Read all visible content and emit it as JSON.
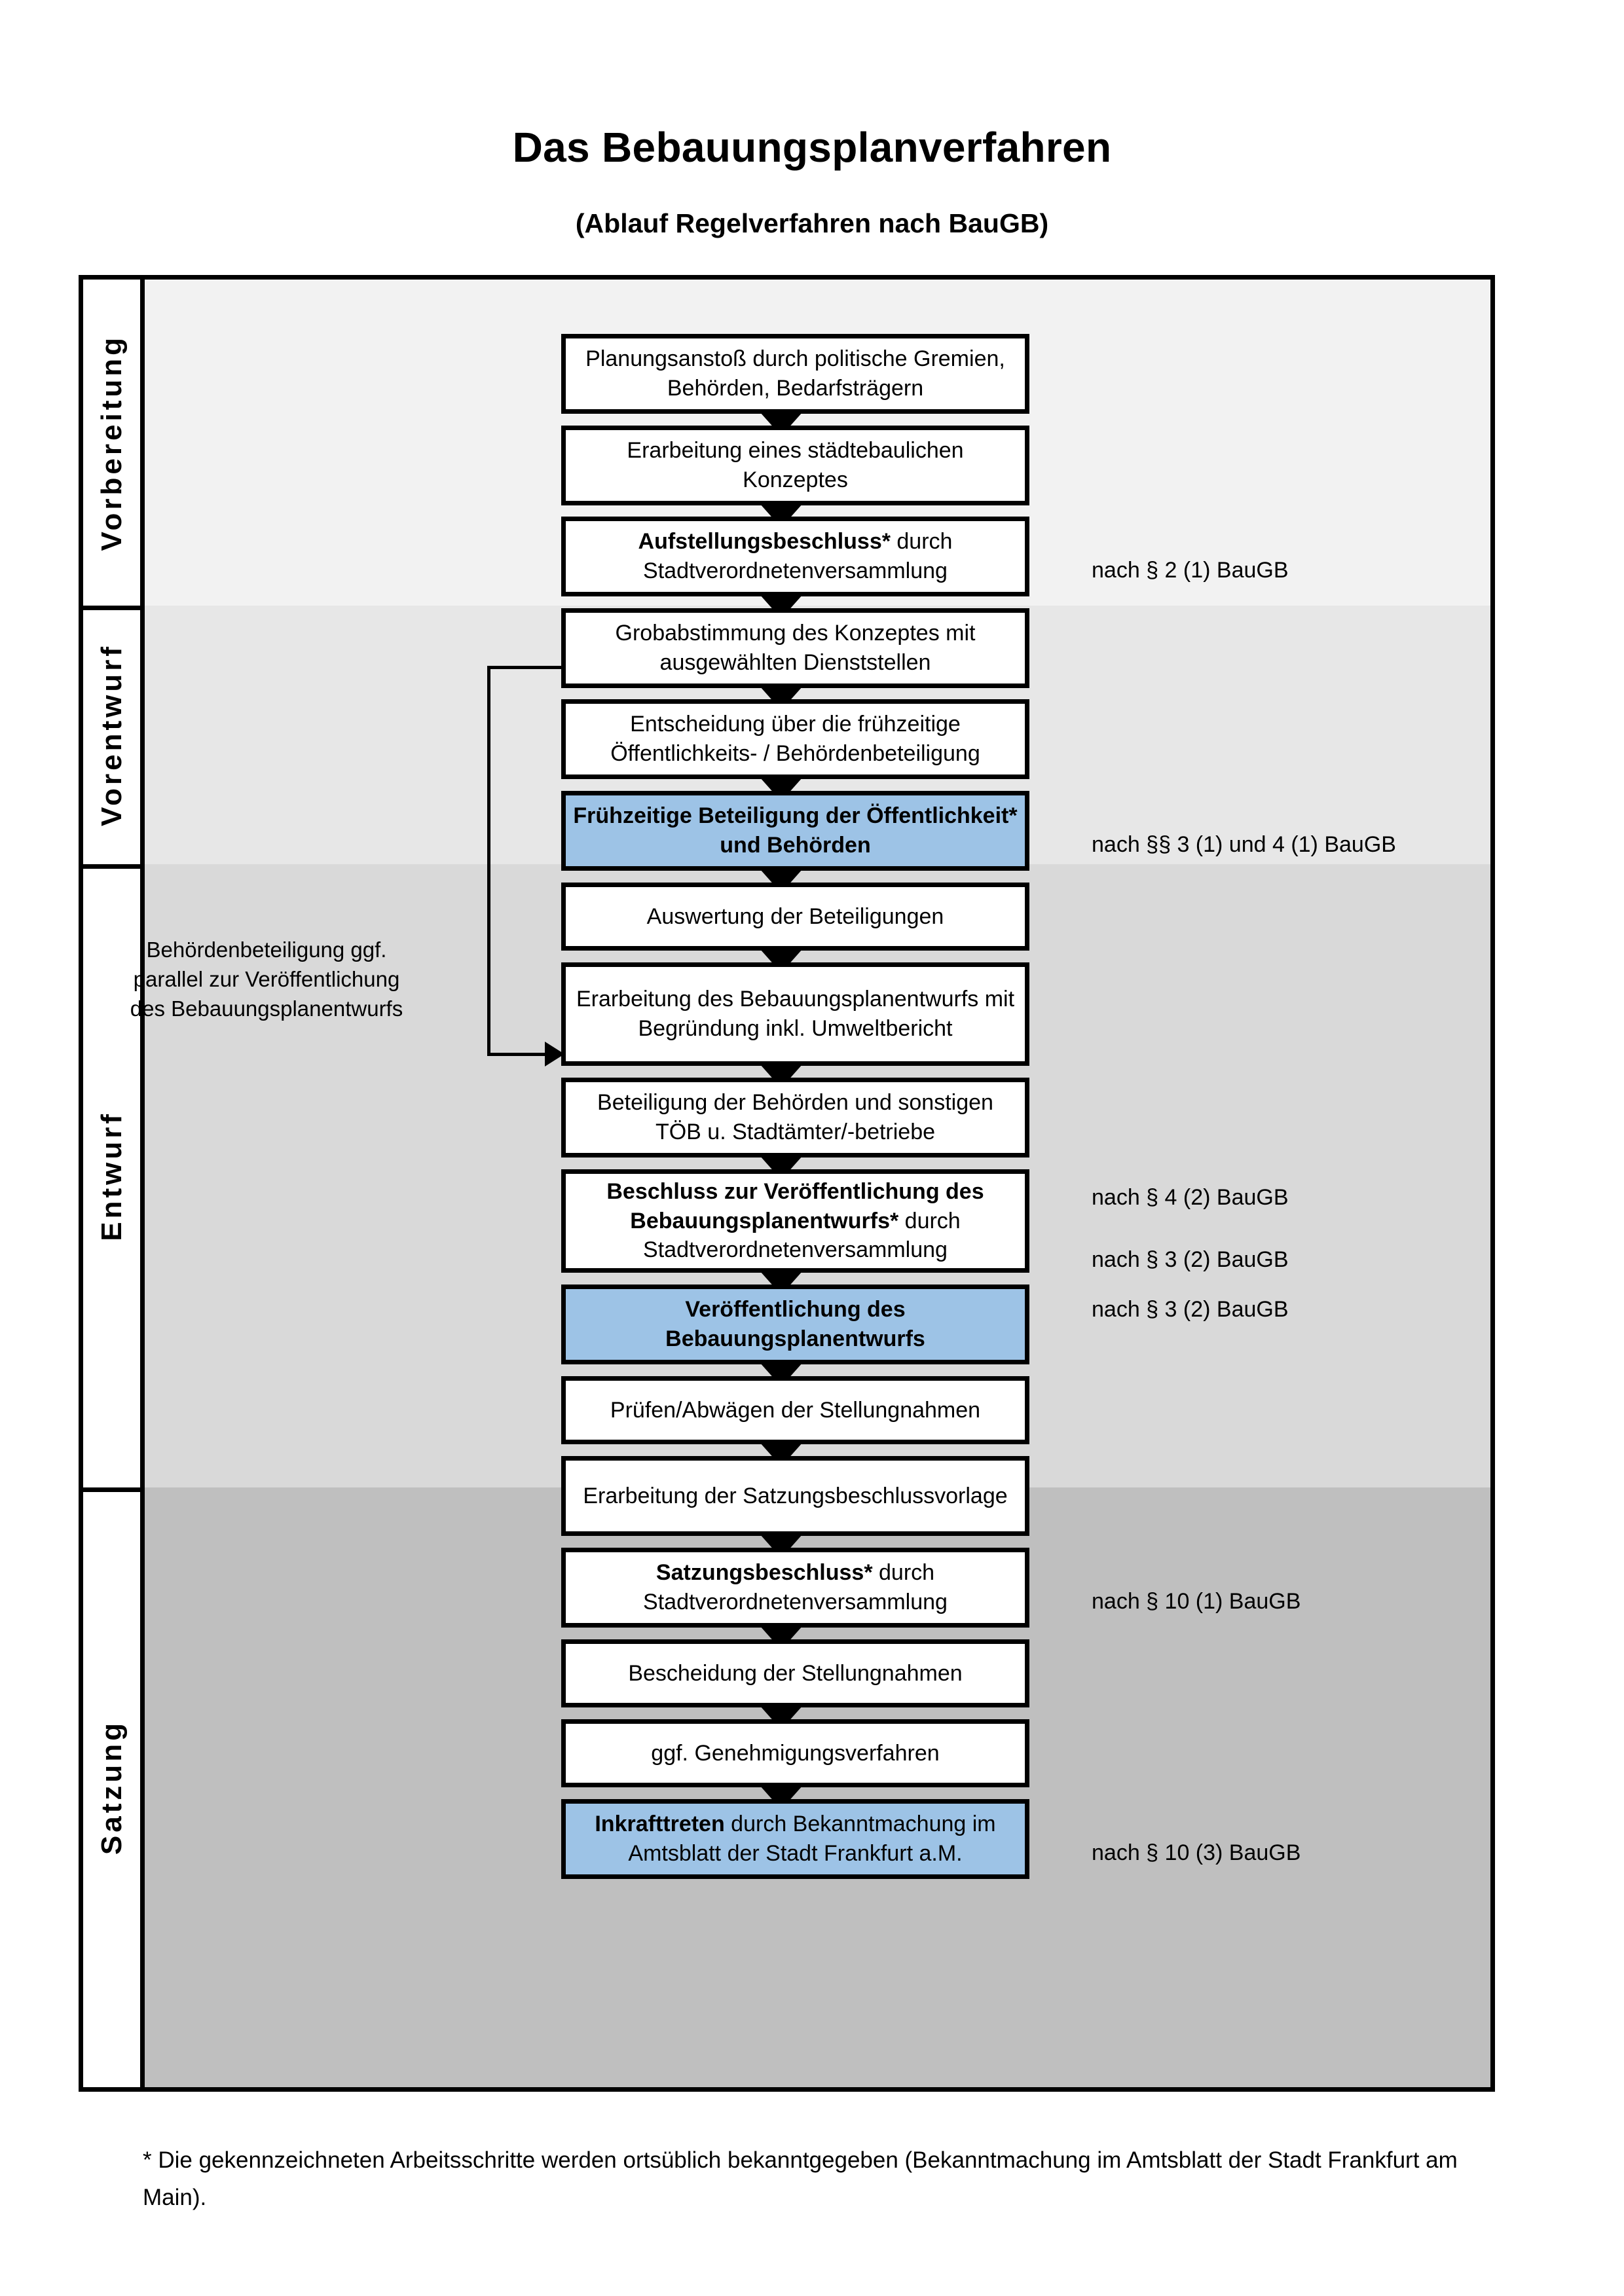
{
  "header": {
    "title": "Das Bebauungsplanverfahren",
    "subtitle": "(Ablauf Regelverfahren nach BauGB)"
  },
  "lanes": [
    {
      "label": "Vorbereitung"
    },
    {
      "label": "Vorentwurf"
    },
    {
      "label": "Entwurf"
    },
    {
      "label": "Satzung"
    }
  ],
  "sidenote": "Behördenbeteiligung ggf. parallel zur Veröffentlichung des Bebauungsplanentwurfs",
  "steps": [
    {
      "id": "planungsanstoss",
      "lane": "Vorbereitung",
      "bold_prefix": "",
      "text": "Planungsanstoß durch politische Gremien, Behörden, Bedarfsträgern",
      "highlight": false,
      "legal": ""
    },
    {
      "id": "staedtebauliches-konzept",
      "lane": "Vorbereitung",
      "bold_prefix": "",
      "text": "Erarbeitung eines städtebaulichen Konzeptes",
      "highlight": false,
      "legal": ""
    },
    {
      "id": "aufstellungsbeschluss",
      "lane": "Vorbereitung",
      "bold_prefix": "Aufstellungsbeschluss*",
      "text": " durch Stadtverordnetenversammlung",
      "highlight": false,
      "legal": "nach § 2 (1) BauGB"
    },
    {
      "id": "grobabstimmung",
      "lane": "Vorentwurf",
      "bold_prefix": "",
      "text": "Grobabstimmung des Konzeptes mit ausgewählten Dienststellen",
      "highlight": false,
      "legal": ""
    },
    {
      "id": "entscheidung-fruehzeitige-beteiligung",
      "lane": "Vorentwurf",
      "bold_prefix": "",
      "text": "Entscheidung über die frühzeitige Öffentlichkeits- / Behördenbeteiligung",
      "highlight": false,
      "legal": ""
    },
    {
      "id": "fruehzeitige-beteiligung",
      "lane": "Vorentwurf",
      "bold_prefix": "Frühzeitige Beteiligung der Öffentlichkeit* und Behörden",
      "text": "",
      "highlight": true,
      "legal": "nach §§ 3 (1) und 4 (1) BauGB"
    },
    {
      "id": "auswertung-beteiligungen",
      "lane": "Entwurf",
      "bold_prefix": "",
      "text": "Auswertung der Beteiligungen",
      "highlight": false,
      "legal": ""
    },
    {
      "id": "erarbeitung-bebauungsplanentwurf",
      "lane": "Entwurf",
      "bold_prefix": "",
      "text": "Erarbeitung des Bebauungsplanentwurfs mit Begründung inkl. Umweltbericht",
      "highlight": false,
      "legal": ""
    },
    {
      "id": "beteiligung-behoerden-toeb",
      "lane": "Entwurf",
      "bold_prefix": "",
      "text": "Beteiligung der Behörden und sonstigen TÖB u. Stadtämter/-betriebe",
      "highlight": false,
      "legal": "nach § 4 (2) BauGB"
    },
    {
      "id": "beschluss-veroeffentlichung",
      "lane": "Entwurf",
      "bold_prefix": "Beschluss zur Veröffentlichung des Bebauungsplanentwurfs*",
      "text": " durch Stadtverordnetenversammlung",
      "highlight": false,
      "legal": "nach § 3 (2) BauGB"
    },
    {
      "id": "veroeffentlichung-entwurf",
      "lane": "Entwurf",
      "bold_prefix": "Veröffentlichung des Bebauungsplanentwurfs",
      "text": "",
      "highlight": true,
      "legal": "nach § 3 (2) BauGB"
    },
    {
      "id": "pruefen-abwaegen",
      "lane": "Satzung",
      "bold_prefix": "",
      "text": "Prüfen/Abwägen der Stellungnahmen",
      "highlight": false,
      "legal": ""
    },
    {
      "id": "erarbeitung-satzungsbeschlussvorlage",
      "lane": "Satzung",
      "bold_prefix": "",
      "text": "Erarbeitung der Satzungsbeschlussvorlage",
      "highlight": false,
      "legal": ""
    },
    {
      "id": "satzungsbeschluss",
      "lane": "Satzung",
      "bold_prefix": "Satzungsbeschluss*",
      "text": " durch Stadtverordnetenversammlung",
      "highlight": false,
      "legal": "nach § 10 (1) BauGB"
    },
    {
      "id": "bescheidung-stellungnahmen",
      "lane": "Satzung",
      "bold_prefix": "",
      "text": "Bescheidung der Stellungnahmen",
      "highlight": false,
      "legal": ""
    },
    {
      "id": "genehmigungsverfahren",
      "lane": "Satzung",
      "bold_prefix": "",
      "text": "ggf. Genehmigungsverfahren",
      "highlight": false,
      "legal": ""
    },
    {
      "id": "inkrafttreten",
      "lane": "Satzung",
      "bold_prefix": "Inkrafttreten",
      "text": " durch Bekanntmachung im Amtsblatt der Stadt Frankfurt a.M.",
      "highlight": true,
      "legal": "nach § 10 (3) BauGB"
    }
  ],
  "footnote": "* Die gekennzeichneten Arbeitsschritte werden ortsüblich bekanntgegeben (Bekanntmachung im Amtsblatt  der Stadt Frankfurt am Main).",
  "colors": {
    "highlight": "#9DC3E6",
    "lane_vorbereitung": "#F2F2F2",
    "lane_vorentwurf": "#E7E7E7",
    "lane_entwurf": "#D9D9D9",
    "lane_satzung": "#BFBFBF",
    "outline": "#000000"
  }
}
